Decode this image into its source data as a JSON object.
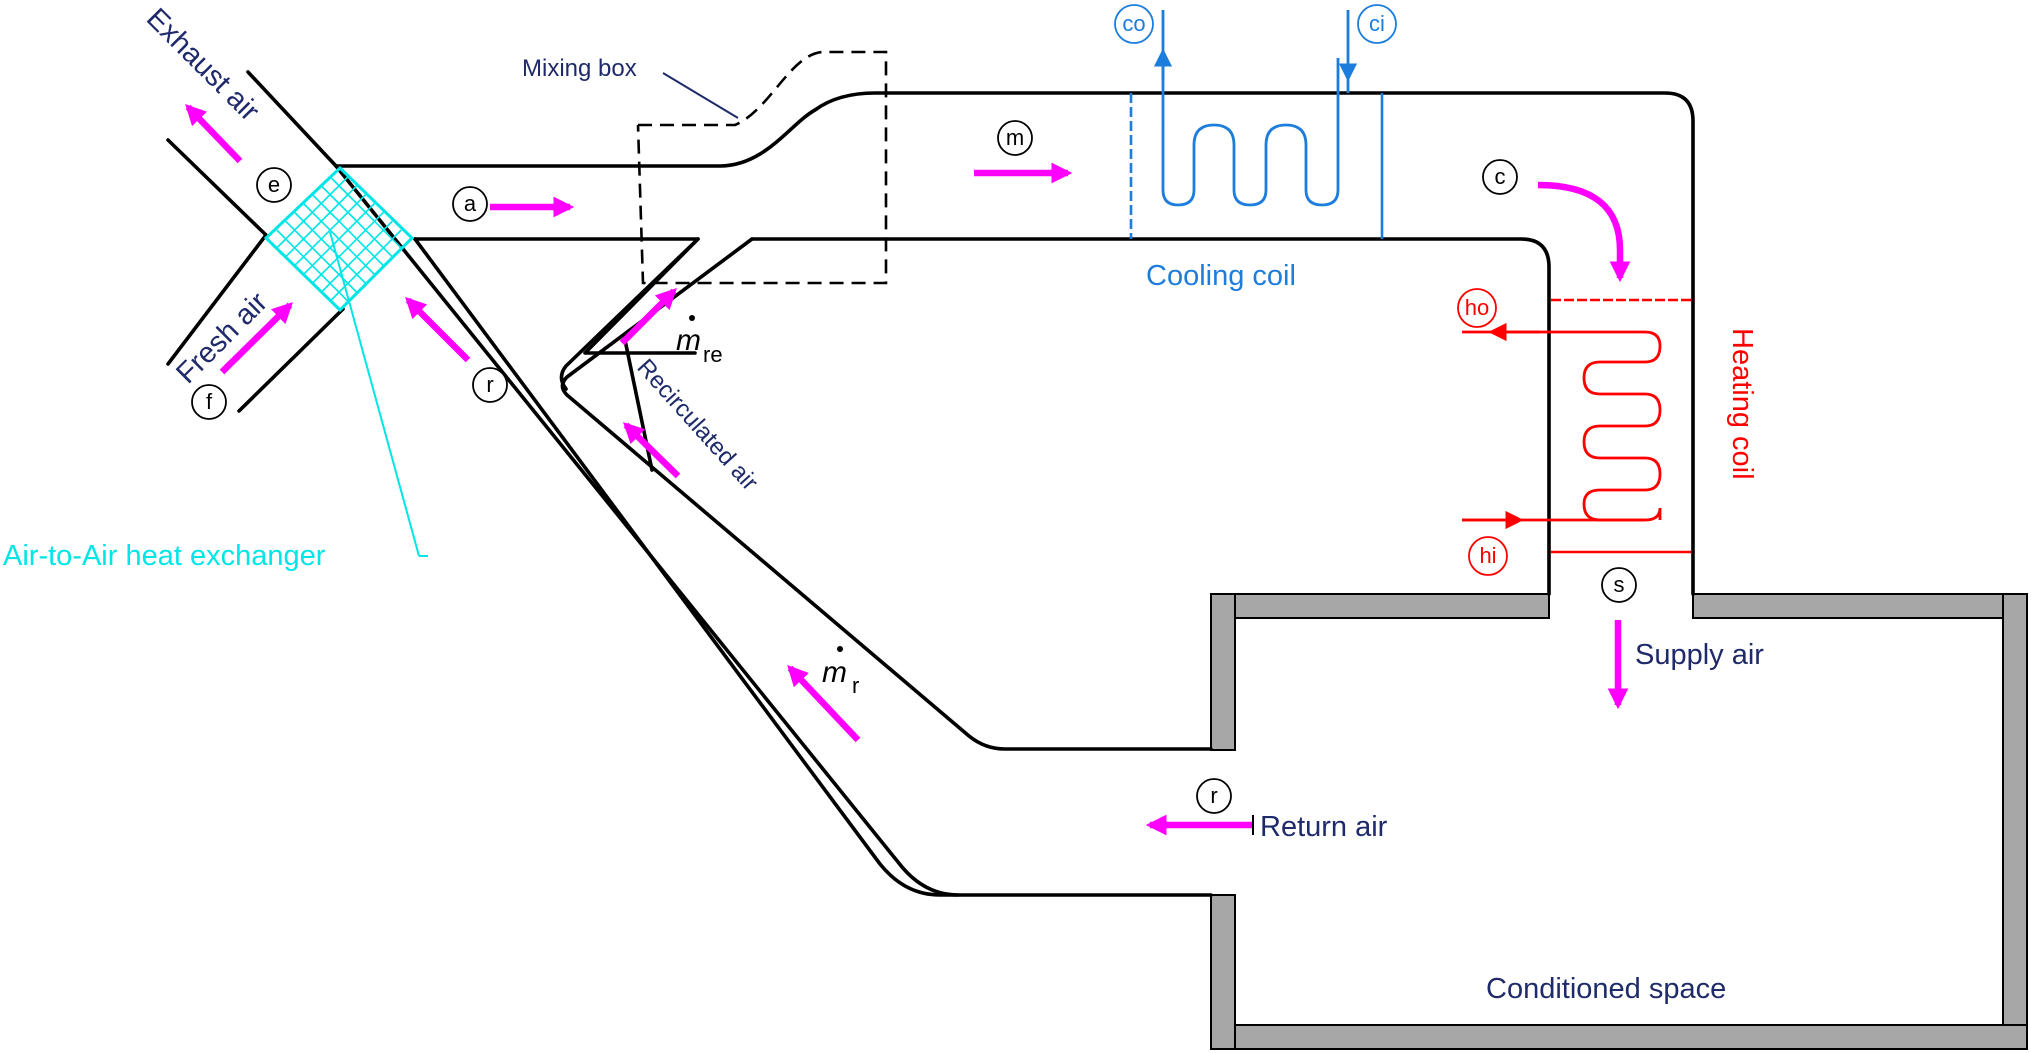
{
  "colors": {
    "duct": "#000000",
    "airflow": "#ff00ff",
    "cooling": "#1c7ddc",
    "heating": "#ff0000",
    "exchanger": "#00e6e6",
    "label": "#1f2a6b",
    "wall": "#a7a7a7"
  },
  "labels": {
    "exhaust_air": "Exhaust air",
    "fresh_air": "Fresh air",
    "air_to_air_heat_exchanger": "Air-to-Air heat exchanger",
    "mixing_box": "Mixing box",
    "cooling_coil": "Cooling coil",
    "heating_coil": "Heating coil",
    "recirculated_air": "Recirculated air",
    "supply_air": "Supply air",
    "return_air": "Return air",
    "conditioned_space": "Conditioned space"
  },
  "flow_symbols": {
    "m_base": "m",
    "re_sub": "re",
    "r_sub": "r"
  },
  "state_points": {
    "e": "e",
    "f": "f",
    "a": "a",
    "r1": "r",
    "m": "m",
    "c": "c",
    "s": "s",
    "r2": "r"
  },
  "coil_ports": {
    "co": "co",
    "ci": "ci",
    "ho": "ho",
    "hi": "hi"
  }
}
